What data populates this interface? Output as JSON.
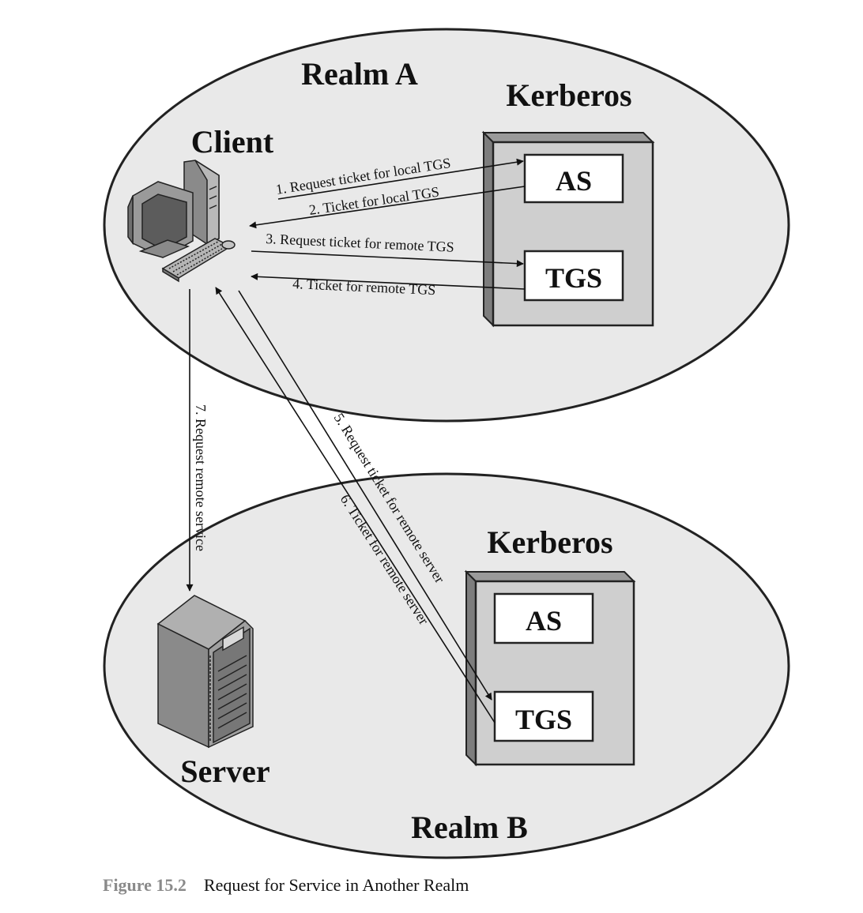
{
  "realm_a": {
    "label": "Realm A",
    "client_label": "Client",
    "kerberos_label": "Kerberos",
    "as_label": "AS",
    "tgs_label": "TGS"
  },
  "realm_b": {
    "label": "Realm B",
    "server_label": "Server",
    "kerberos_label": "Kerberos",
    "as_label": "AS",
    "tgs_label": "TGS"
  },
  "steps": {
    "s1": "1. Request ticket for local TGS",
    "s2": "2. Ticket for local TGS",
    "s3": "3. Request ticket for remote TGS",
    "s4": "4. Ticket for remote TGS",
    "s5": "5. Request ticket for remote server",
    "s6": "6. Ticket for remote server",
    "s7": "7. Request remote service"
  },
  "caption": {
    "figure_number": "Figure 15.2",
    "title": "Request for Service in Another Realm"
  },
  "colors": {
    "ellipse_fill": "#e9e9e9",
    "kerberos_fill": "#cfcfcf",
    "kerberos_side": "#7d7d7d"
  }
}
